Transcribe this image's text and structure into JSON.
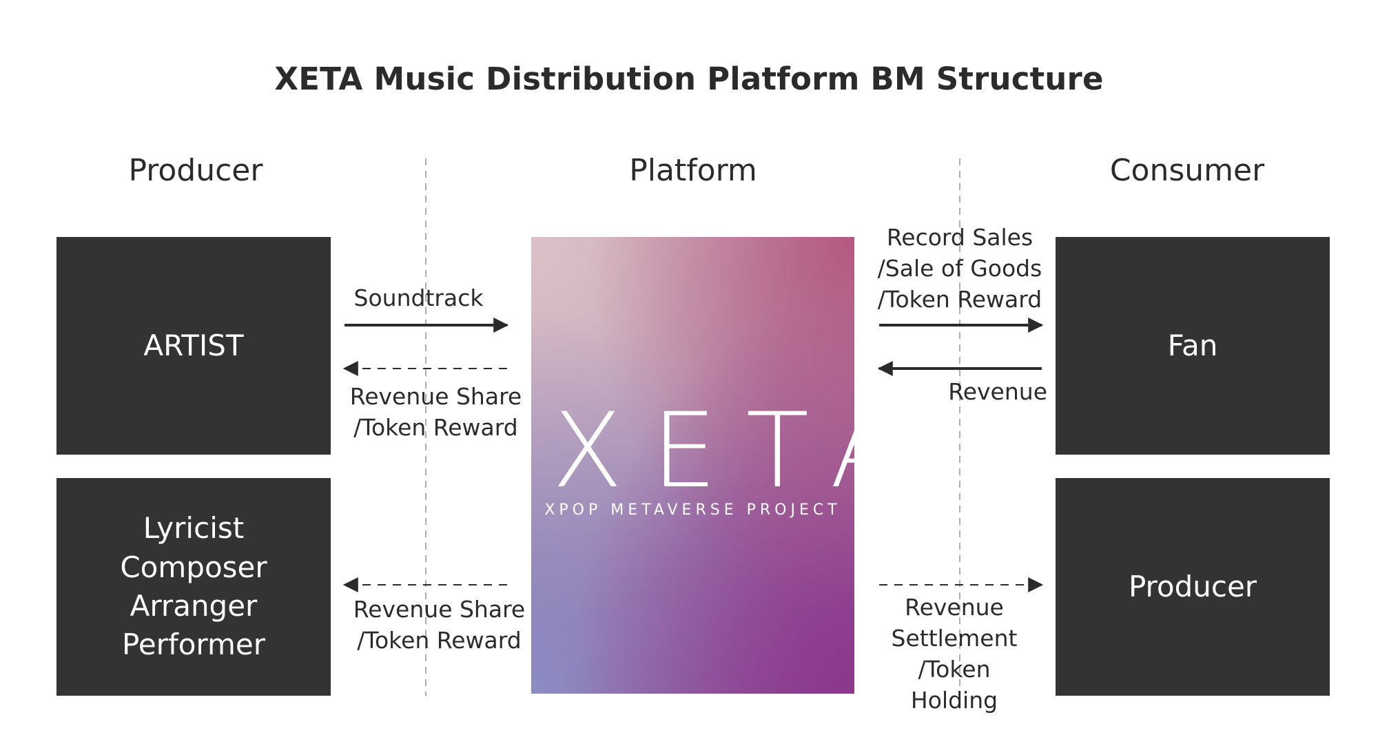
{
  "title": "XETA Music Distribution Platform BM Structure",
  "columns": {
    "producer": "Producer",
    "platform": "Platform",
    "consumer": "Consumer"
  },
  "boxes": {
    "artist": "ARTIST",
    "creators": [
      "Lyricist",
      "Composer",
      "Arranger",
      "Performer"
    ],
    "fan": "Fan",
    "producer": "Producer"
  },
  "platform_logo": {
    "name": "XETA",
    "tagline": "XPOP METAVERSE PROJECT"
  },
  "flows": {
    "soundtrack": "Soundtrack",
    "artist_revenue": [
      "Revenue Share",
      "/Token Reward"
    ],
    "fan_sales": [
      "Record Sales",
      "/Sale of Goods",
      "/Token Reward"
    ],
    "fan_revenue": "Revenue",
    "creator_revenue": [
      "Revenue Share",
      "/Token Reward"
    ],
    "producer_settlement": [
      "Revenue",
      "Settlement",
      "/Token",
      "Holding"
    ]
  },
  "colors": {
    "box": "#333333",
    "text": "#2b2b2b",
    "divider": "#999999"
  }
}
